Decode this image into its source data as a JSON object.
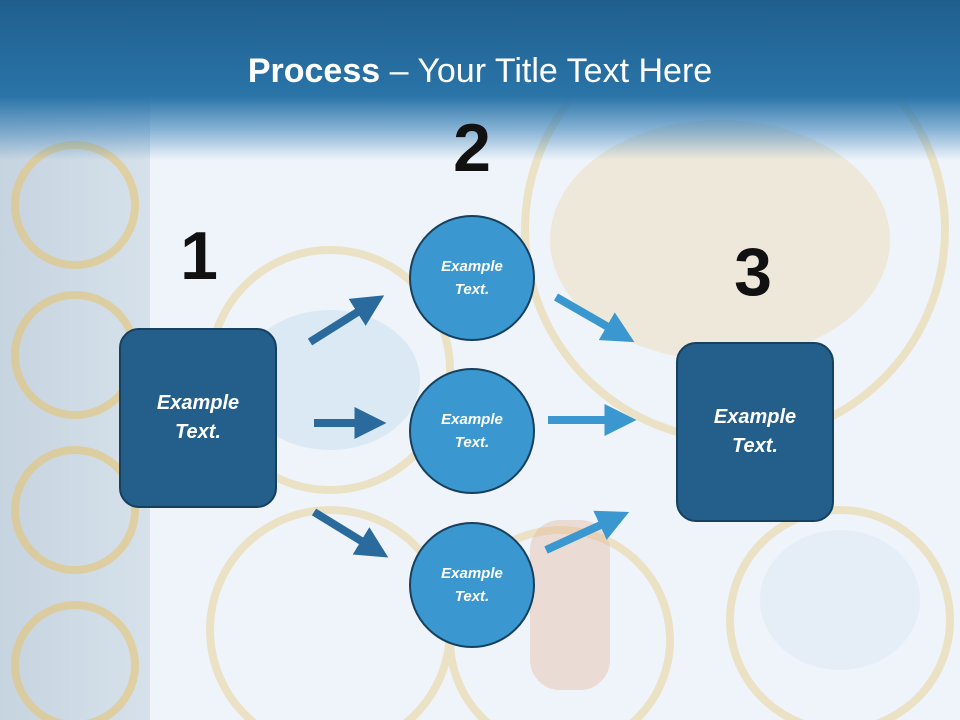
{
  "title": {
    "bold": "Process",
    "rest": " – Your Title Text Here"
  },
  "steps": {
    "one": {
      "number": "1",
      "label": "Example Text."
    },
    "two": {
      "number": "2",
      "items": [
        {
          "label": "Example Text."
        },
        {
          "label": "Example Text."
        },
        {
          "label": "Example Text."
        }
      ]
    },
    "three": {
      "number": "3",
      "label": "Example Text."
    }
  },
  "colors": {
    "title_bar": "#1f5f8e",
    "box_fill": "#245f8c",
    "circle_fill": "#3b97cf",
    "arrow_dark": "#2a6a9c",
    "arrow_light": "#3b97cf"
  }
}
